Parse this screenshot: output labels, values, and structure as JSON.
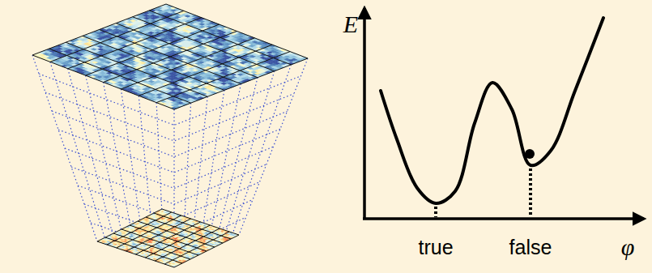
{
  "diagram": {
    "labels": [
      "E",
      "true",
      "false",
      "φ"
    ]
  }
}
